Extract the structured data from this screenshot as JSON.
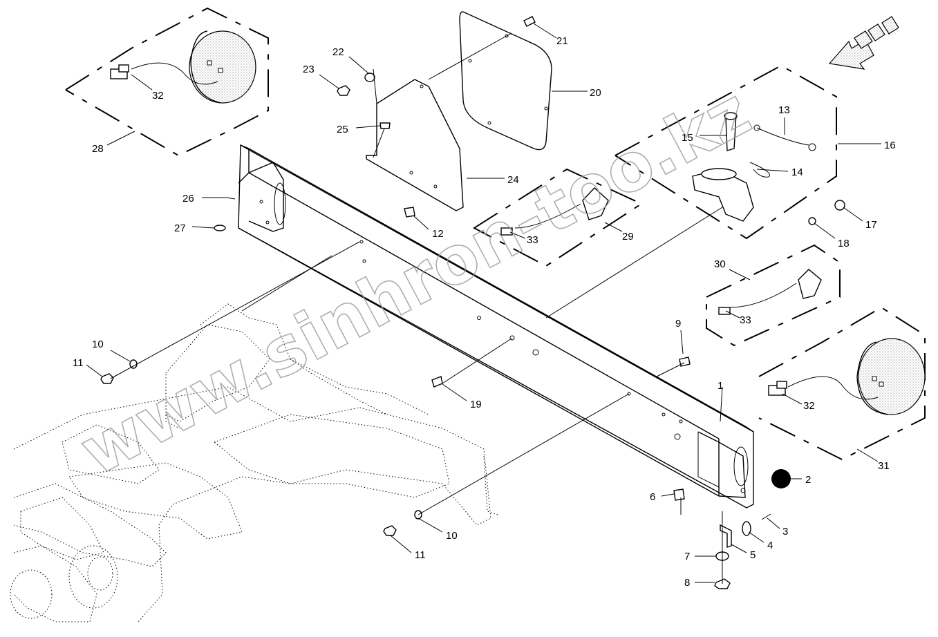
{
  "watermark": "www.sinhron-too.kz",
  "labels": {
    "p1": "1",
    "p2": "2",
    "p3": "3",
    "p4": "4",
    "p5": "5",
    "p6": "6",
    "p7": "7",
    "p8": "8",
    "p9": "9",
    "p10a": "10",
    "p10b": "10",
    "p11a": "11",
    "p11b": "11",
    "p12": "12",
    "p13": "13",
    "p14": "14",
    "p15": "15",
    "p16": "16",
    "p17": "17",
    "p18": "18",
    "p19": "19",
    "p20": "20",
    "p21": "21",
    "p22": "22",
    "p23": "23",
    "p24": "24",
    "p25": "25",
    "p26": "26",
    "p27": "27",
    "p28": "28",
    "p29": "29",
    "p30": "30",
    "p31": "31",
    "p32a": "32",
    "p32b": "32",
    "p33a": "33",
    "p33b": "33"
  },
  "icons": {
    "direction_arrow": "forward-direction-arrow-icon"
  }
}
